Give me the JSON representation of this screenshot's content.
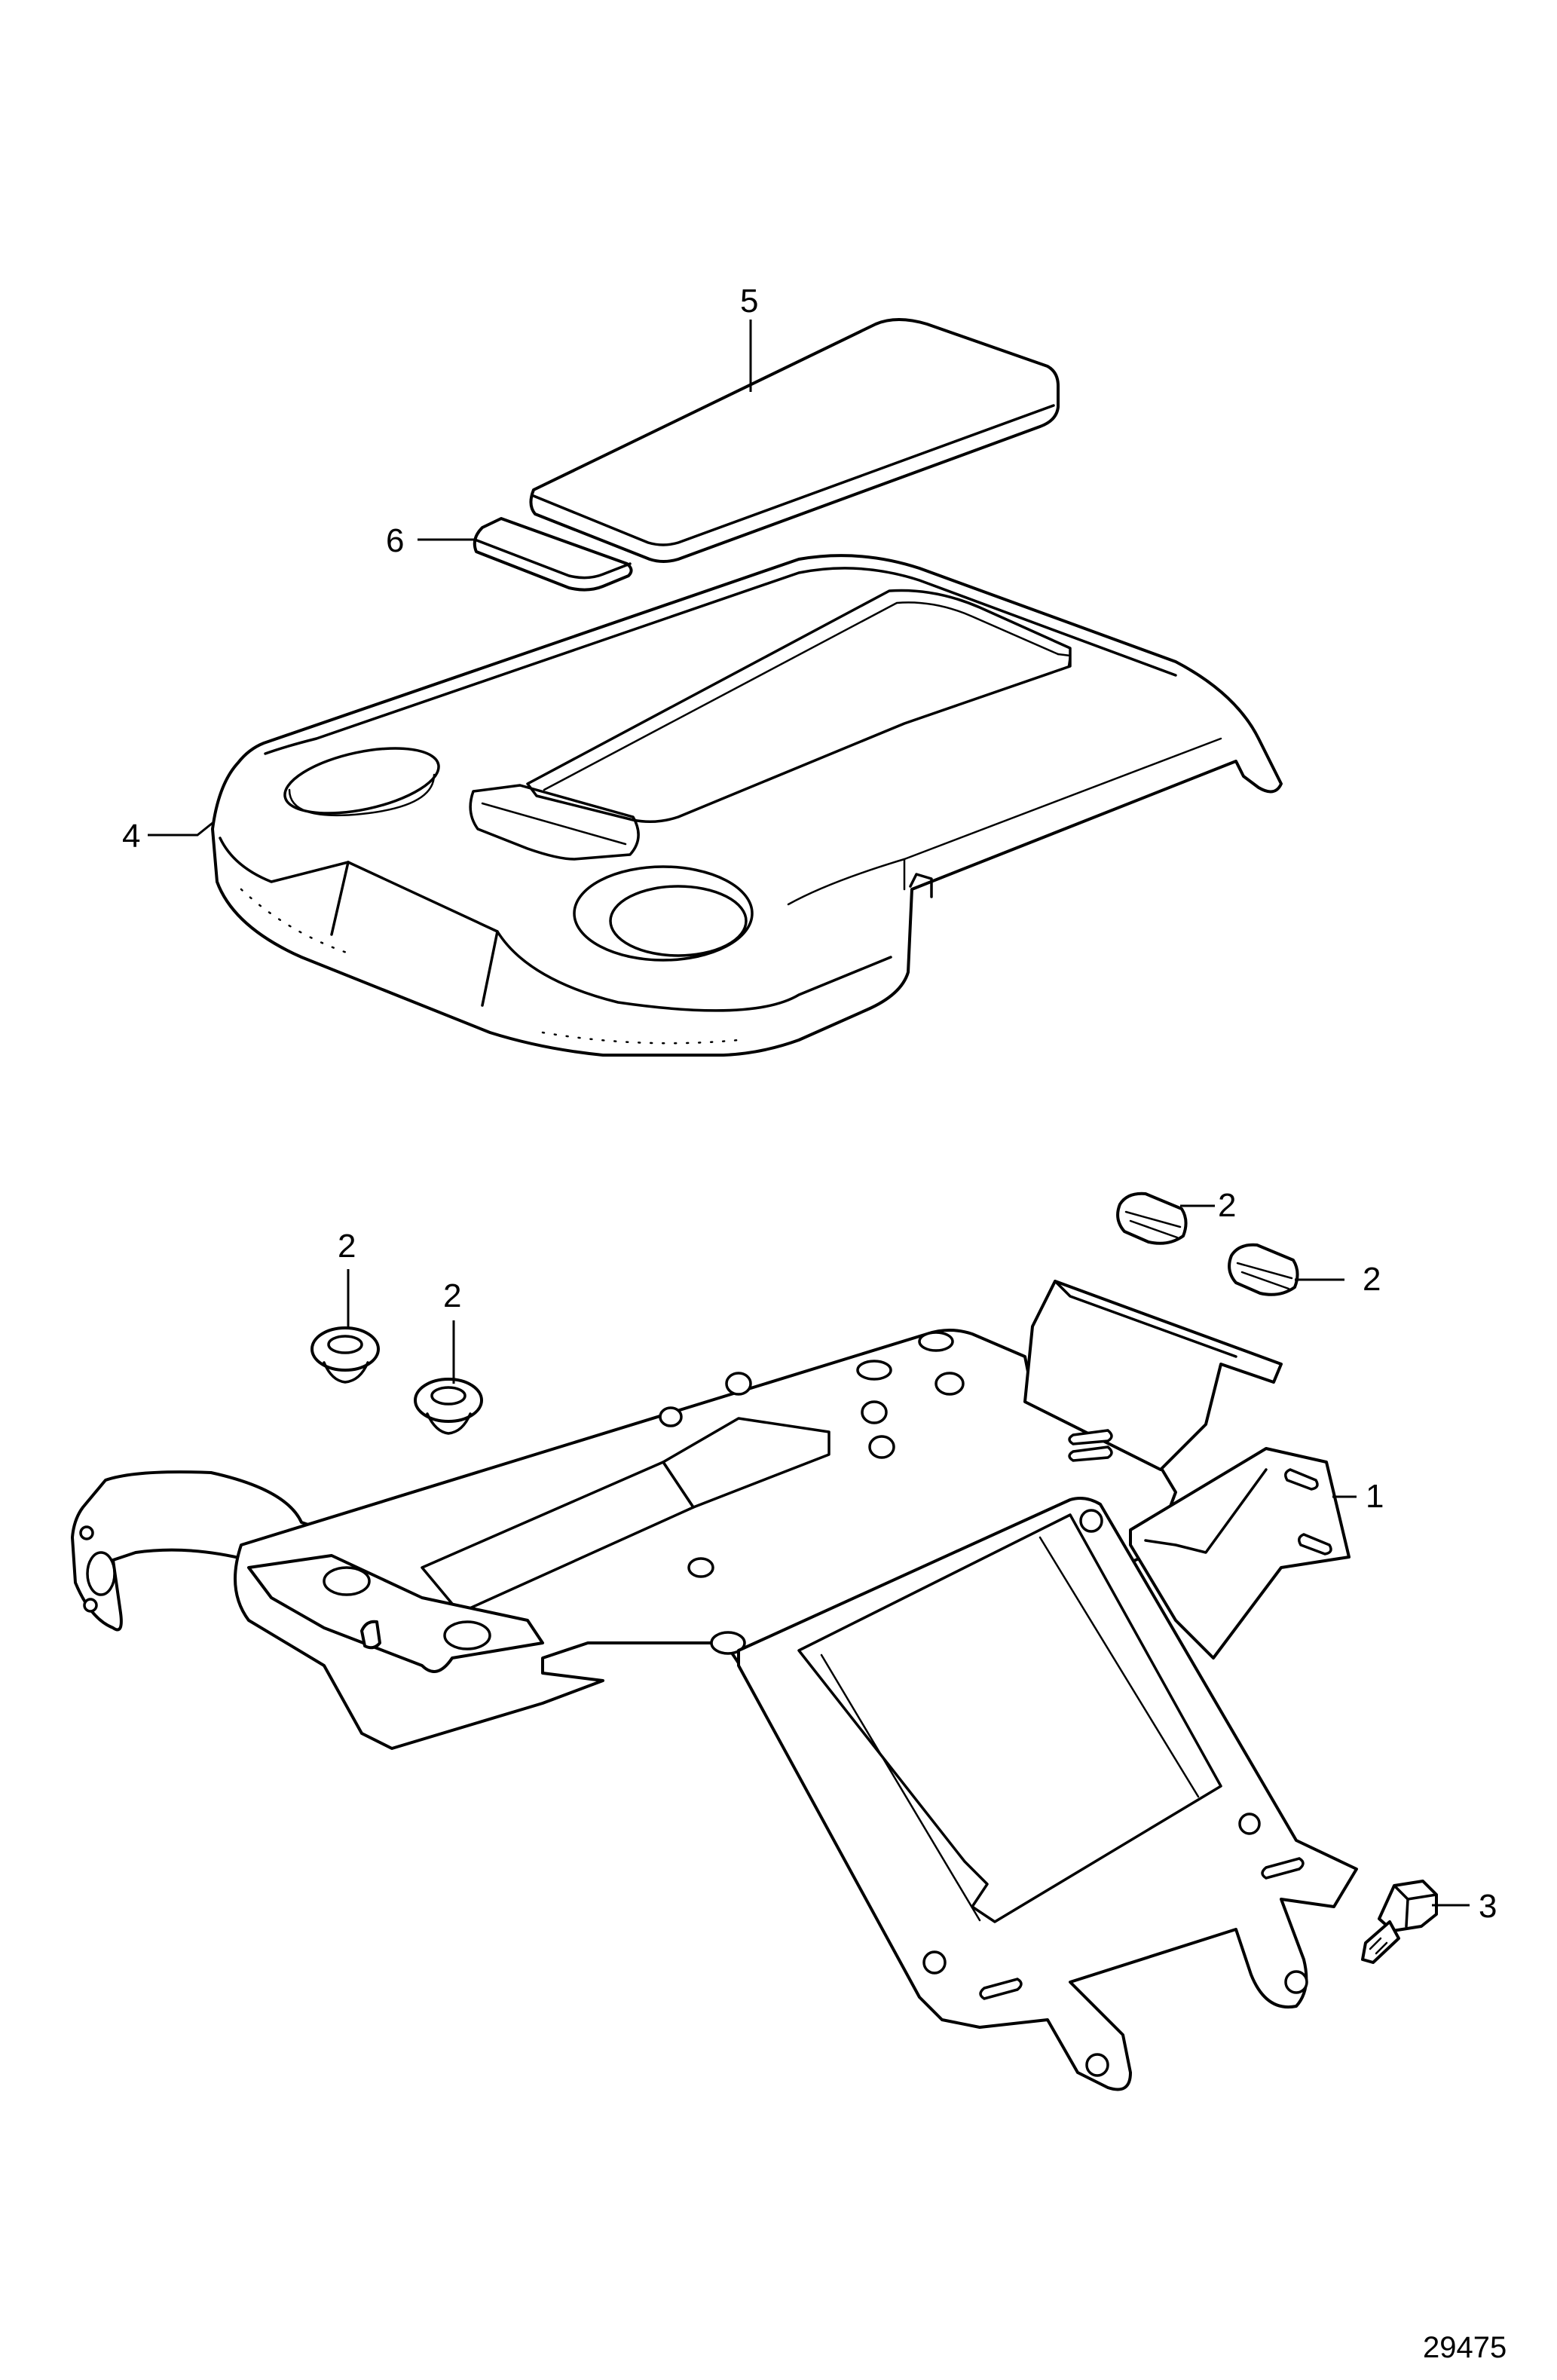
{
  "diagram": {
    "reference_number": "29475",
    "callouts": {
      "bracket": "1",
      "grommet_a": "2",
      "grommet_b": "2",
      "grommet_c": "2",
      "grommet_d": "2",
      "bolt": "3",
      "engine_cover": "4",
      "pad_large": "5",
      "pad_small": "6"
    }
  }
}
